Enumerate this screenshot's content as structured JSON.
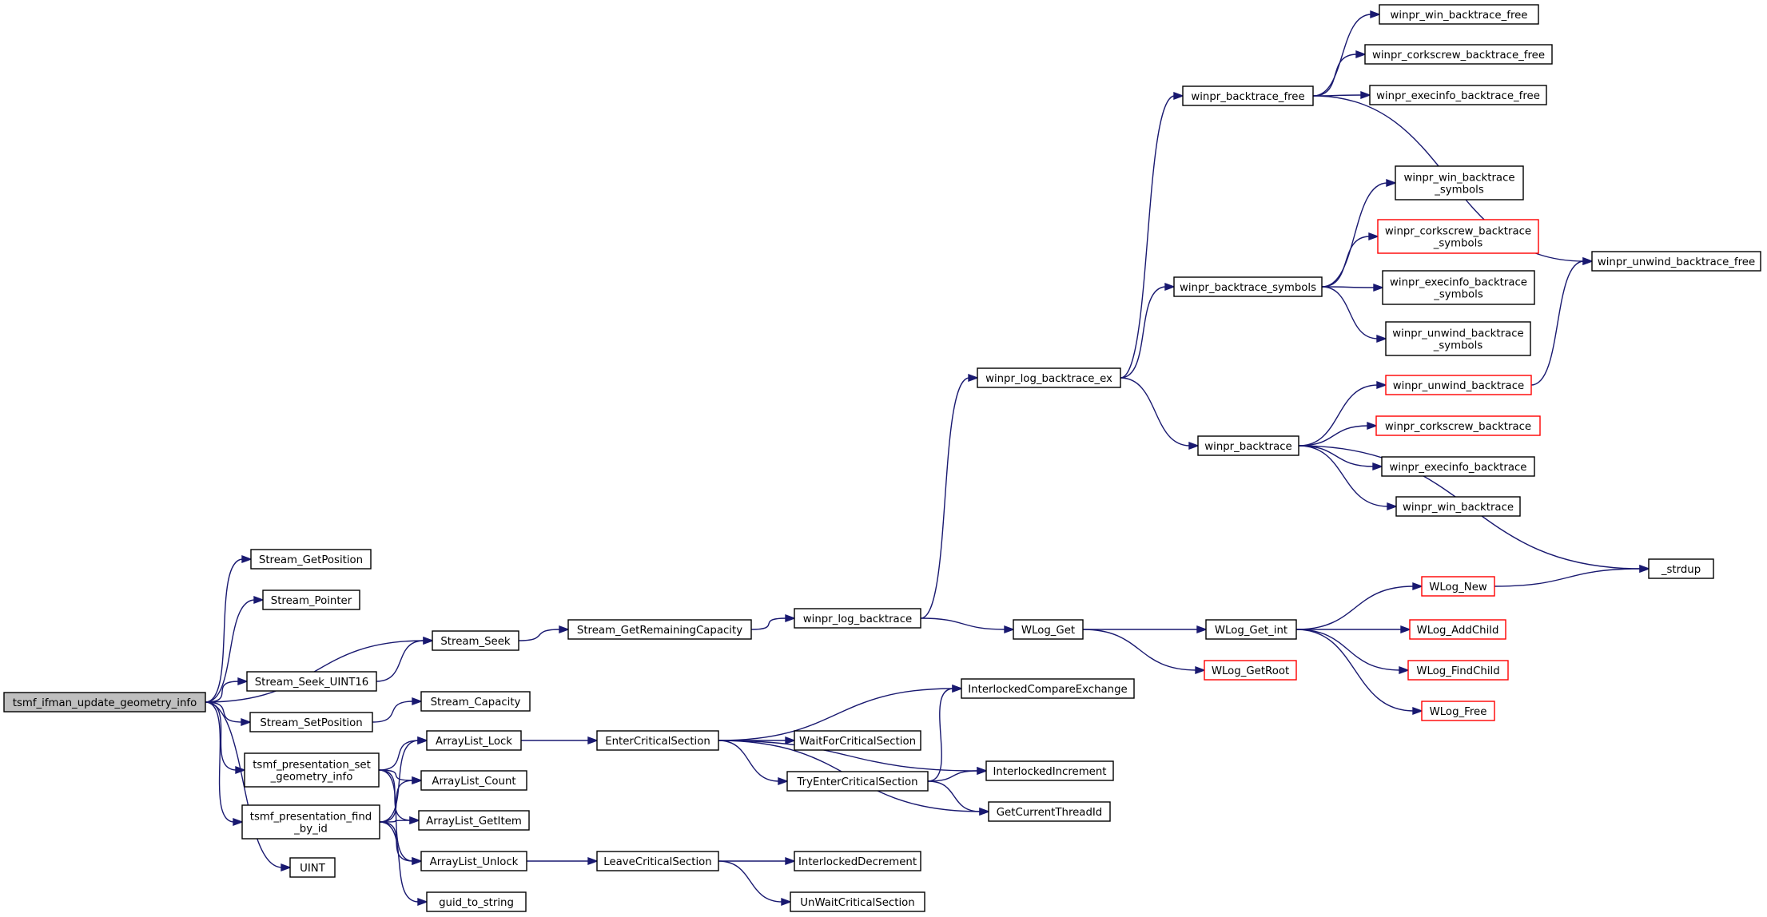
{
  "nodes": [
    {
      "id": "root",
      "lines": [
        "tsmf_ifman_update_geometry_info"
      ],
      "style": "root"
    },
    {
      "id": "getpos",
      "lines": [
        "Stream_GetPosition"
      ]
    },
    {
      "id": "pointer",
      "lines": [
        "Stream_Pointer"
      ]
    },
    {
      "id": "seek",
      "lines": [
        "Stream_Seek"
      ]
    },
    {
      "id": "seek16",
      "lines": [
        "Stream_Seek_UINT16"
      ]
    },
    {
      "id": "setpos",
      "lines": [
        "Stream_SetPosition"
      ]
    },
    {
      "id": "capacity",
      "lines": [
        "Stream_Capacity"
      ]
    },
    {
      "id": "presset",
      "lines": [
        "tsmf_presentation_set",
        "_geometry_info"
      ]
    },
    {
      "id": "presfind",
      "lines": [
        "tsmf_presentation_find",
        "_by_id"
      ]
    },
    {
      "id": "uint",
      "lines": [
        "UINT"
      ]
    },
    {
      "id": "guid",
      "lines": [
        "guid_to_string"
      ]
    },
    {
      "id": "al_lock",
      "lines": [
        "ArrayList_Lock"
      ]
    },
    {
      "id": "al_count",
      "lines": [
        "ArrayList_Count"
      ]
    },
    {
      "id": "al_getitem",
      "lines": [
        "ArrayList_GetItem"
      ]
    },
    {
      "id": "al_unlock",
      "lines": [
        "ArrayList_Unlock"
      ]
    },
    {
      "id": "remcap",
      "lines": [
        "Stream_GetRemainingCapacity"
      ]
    },
    {
      "id": "logbt",
      "lines": [
        "winpr_log_backtrace"
      ]
    },
    {
      "id": "logbtex",
      "lines": [
        "winpr_log_backtrace_ex"
      ]
    },
    {
      "id": "wlogget",
      "lines": [
        "WLog_Get"
      ]
    },
    {
      "id": "wloggetint",
      "lines": [
        "WLog_Get_int"
      ]
    },
    {
      "id": "wloggetroot",
      "lines": [
        "WLog_GetRoot"
      ],
      "style": "red"
    },
    {
      "id": "wlognew",
      "lines": [
        "WLog_New"
      ],
      "style": "red"
    },
    {
      "id": "wlogaddchild",
      "lines": [
        "WLog_AddChild"
      ],
      "style": "red"
    },
    {
      "id": "wlogfindchild",
      "lines": [
        "WLog_FindChild"
      ],
      "style": "red"
    },
    {
      "id": "wlogfree",
      "lines": [
        "WLog_Free"
      ],
      "style": "red"
    },
    {
      "id": "strdup",
      "lines": [
        "_strdup"
      ]
    },
    {
      "id": "btfree",
      "lines": [
        "winpr_backtrace_free"
      ]
    },
    {
      "id": "winbtfree",
      "lines": [
        "winpr_win_backtrace_free"
      ]
    },
    {
      "id": "corkbtfree",
      "lines": [
        "winpr_corkscrew_backtrace_free"
      ]
    },
    {
      "id": "execbtfree",
      "lines": [
        "winpr_execinfo_backtrace_free"
      ]
    },
    {
      "id": "unwindbtfree",
      "lines": [
        "winpr_unwind_backtrace_free"
      ]
    },
    {
      "id": "btsym",
      "lines": [
        "winpr_backtrace_symbols"
      ]
    },
    {
      "id": "winbtsym",
      "lines": [
        "winpr_win_backtrace",
        "_symbols"
      ]
    },
    {
      "id": "corkbtsym",
      "lines": [
        "winpr_corkscrew_backtrace",
        "_symbols"
      ],
      "style": "red"
    },
    {
      "id": "execbtsym",
      "lines": [
        "winpr_execinfo_backtrace",
        "_symbols"
      ]
    },
    {
      "id": "unwindbtsym",
      "lines": [
        "winpr_unwind_backtrace",
        "_symbols"
      ]
    },
    {
      "id": "bt",
      "lines": [
        "winpr_backtrace"
      ]
    },
    {
      "id": "unwindbt",
      "lines": [
        "winpr_unwind_backtrace"
      ],
      "style": "red"
    },
    {
      "id": "corkbt",
      "lines": [
        "winpr_corkscrew_backtrace"
      ],
      "style": "red"
    },
    {
      "id": "execbt",
      "lines": [
        "winpr_execinfo_backtrace"
      ]
    },
    {
      "id": "winbt",
      "lines": [
        "winpr_win_backtrace"
      ]
    },
    {
      "id": "entercs",
      "lines": [
        "EnterCriticalSection"
      ]
    },
    {
      "id": "waitcs",
      "lines": [
        "WaitForCriticalSection"
      ]
    },
    {
      "id": "tryentercs",
      "lines": [
        "TryEnterCriticalSection"
      ]
    },
    {
      "id": "icx",
      "lines": [
        "InterlockedCompareExchange"
      ]
    },
    {
      "id": "iinc",
      "lines": [
        "InterlockedIncrement"
      ]
    },
    {
      "id": "gettid",
      "lines": [
        "GetCurrentThreadId"
      ]
    },
    {
      "id": "leavecs",
      "lines": [
        "LeaveCriticalSection"
      ]
    },
    {
      "id": "idec",
      "lines": [
        "InterlockedDecrement"
      ]
    },
    {
      "id": "unwaitcs",
      "lines": [
        "UnWaitCriticalSection"
      ]
    }
  ],
  "edges": [
    [
      "root",
      "getpos"
    ],
    [
      "root",
      "pointer"
    ],
    [
      "root",
      "seek"
    ],
    [
      "root",
      "seek16"
    ],
    [
      "root",
      "setpos"
    ],
    [
      "root",
      "presset"
    ],
    [
      "root",
      "presfind"
    ],
    [
      "root",
      "uint"
    ],
    [
      "seek",
      "remcap"
    ],
    [
      "seek16",
      "seek"
    ],
    [
      "setpos",
      "capacity"
    ],
    [
      "presset",
      "al_lock"
    ],
    [
      "presset",
      "al_count"
    ],
    [
      "presset",
      "al_getitem"
    ],
    [
      "presset",
      "al_unlock"
    ],
    [
      "presfind",
      "al_lock"
    ],
    [
      "presfind",
      "al_count"
    ],
    [
      "presfind",
      "al_getitem"
    ],
    [
      "presfind",
      "al_unlock"
    ],
    [
      "presfind",
      "guid"
    ],
    [
      "al_lock",
      "entercs"
    ],
    [
      "al_unlock",
      "leavecs"
    ],
    [
      "remcap",
      "logbt"
    ],
    [
      "logbt",
      "logbtex"
    ],
    [
      "logbt",
      "wlogget"
    ],
    [
      "logbtex",
      "btfree"
    ],
    [
      "logbtex",
      "btsym"
    ],
    [
      "logbtex",
      "bt"
    ],
    [
      "btfree",
      "winbtfree"
    ],
    [
      "btfree",
      "corkbtfree"
    ],
    [
      "btfree",
      "execbtfree"
    ],
    [
      "btfree",
      "unwindbtfree"
    ],
    [
      "btsym",
      "winbtsym"
    ],
    [
      "btsym",
      "corkbtsym"
    ],
    [
      "btsym",
      "execbtsym"
    ],
    [
      "btsym",
      "unwindbtsym"
    ],
    [
      "bt",
      "unwindbt"
    ],
    [
      "bt",
      "corkbt"
    ],
    [
      "bt",
      "execbt"
    ],
    [
      "bt",
      "winbt"
    ],
    [
      "bt",
      "strdup"
    ],
    [
      "unwindbt",
      "unwindbtfree"
    ],
    [
      "wlogget",
      "wloggetint"
    ],
    [
      "wlogget",
      "wloggetroot"
    ],
    [
      "wloggetint",
      "wlognew"
    ],
    [
      "wloggetint",
      "wlogaddchild"
    ],
    [
      "wloggetint",
      "wlogfindchild"
    ],
    [
      "wloggetint",
      "wlogfree"
    ],
    [
      "wlognew",
      "strdup"
    ],
    [
      "entercs",
      "icx"
    ],
    [
      "entercs",
      "iinc"
    ],
    [
      "entercs",
      "waitcs"
    ],
    [
      "entercs",
      "tryentercs"
    ],
    [
      "entercs",
      "gettid"
    ],
    [
      "tryentercs",
      "icx"
    ],
    [
      "tryentercs",
      "iinc"
    ],
    [
      "tryentercs",
      "gettid"
    ],
    [
      "leavecs",
      "idec"
    ],
    [
      "leavecs",
      "unwaitcs"
    ]
  ]
}
